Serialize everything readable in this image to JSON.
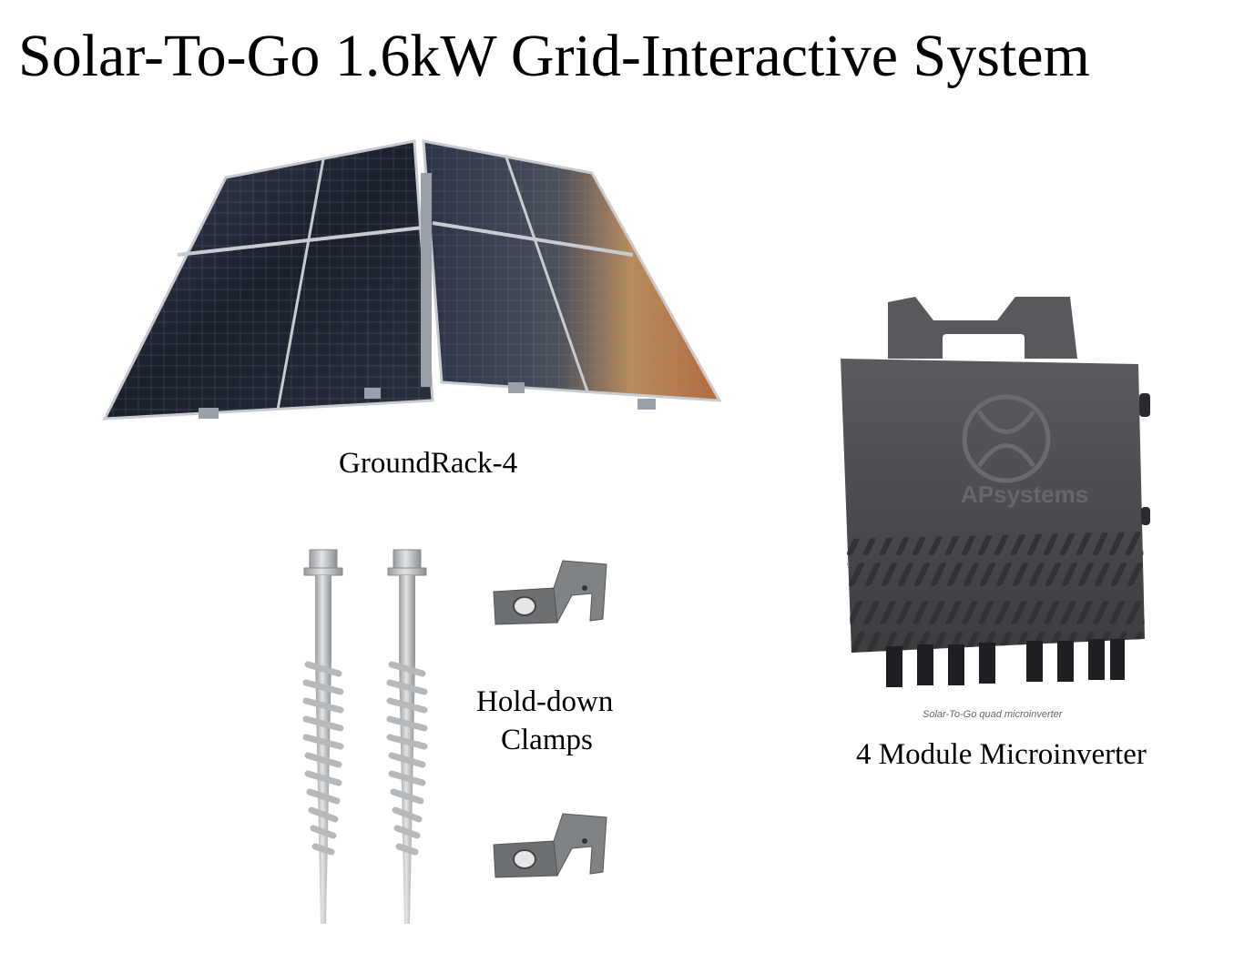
{
  "title": "Solar-To-Go 1.6kW Grid-Interactive System",
  "captions": {
    "groundrack": "GroundRack-4",
    "clamps_line1": "Hold-down",
    "clamps_line2": "Clamps",
    "microinverter": "4 Module Microinverter"
  },
  "inverter": {
    "brand": "APsystems",
    "label": "Solar-To-Go quad microinverter"
  },
  "colors": {
    "panel_dark": "#1d2230",
    "panel_frame": "#b9bcc2",
    "inverter_body": "#4a4b4d",
    "steel": "#c4c6c8",
    "clamp": "#6b6e70"
  }
}
